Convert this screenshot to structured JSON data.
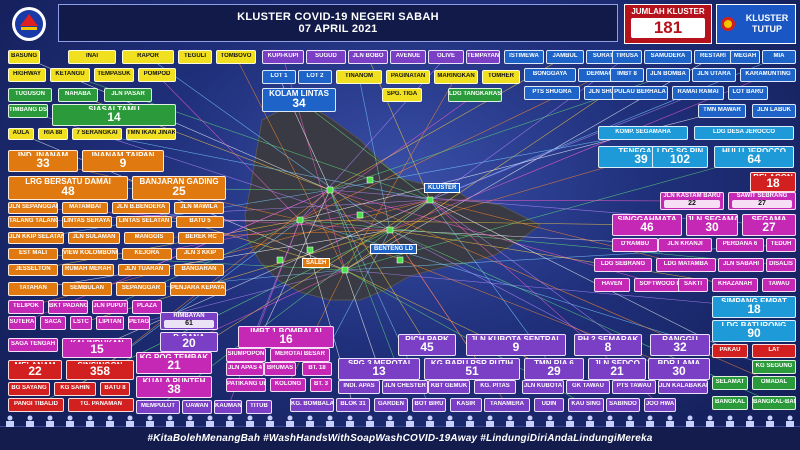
{
  "header": {
    "title_line1": "KLUSTER COVID-19 NEGERI SABAH",
    "title_line2": "07 APRIL 2021",
    "jumlah_label": "JUMLAH KLUSTER",
    "jumlah_value": "181",
    "tutup_label": "KLUSTER TUTUP"
  },
  "colors": {
    "yellow": "#f0e020",
    "purple": "#7a3fc4",
    "blue": "#1e64c8",
    "green": "#2a9a3a",
    "orange": "#e07a10",
    "magenta": "#c428b4",
    "red": "#d21f1f",
    "teal": "#1f9fb0",
    "cyan": "#1e9ad8",
    "pink": "#e0308a"
  },
  "map": {
    "label_a": "KLUSTER",
    "label_b": "SALEH",
    "label_c": "BENTENG LD"
  },
  "footer": {
    "text": "#KitaBolehMenangBah #WashHandsWithSoapWashCOVID-19Away #LindungiDiriAndaLindungiMereka"
  },
  "clusters": [
    {
      "n": "BASUNG",
      "v": "",
      "c": "yellow"
    },
    {
      "n": "INAI",
      "v": "",
      "c": "yellow"
    },
    {
      "n": "RAPOR",
      "v": "",
      "c": "yellow"
    },
    {
      "n": "TEGULI",
      "v": "",
      "c": "yellow"
    },
    {
      "n": "TOMBOVO",
      "v": "",
      "c": "yellow"
    },
    {
      "n": "HIGHWAY",
      "v": "",
      "c": "yellow"
    },
    {
      "n": "KETANGU",
      "v": "",
      "c": "yellow"
    },
    {
      "n": "TEMPASUK",
      "v": "",
      "c": "yellow"
    },
    {
      "n": "POMPOD",
      "v": "",
      "c": "yellow"
    },
    {
      "n": "TUGUSON",
      "v": "",
      "c": "green"
    },
    {
      "n": "NAHABA",
      "v": "",
      "c": "green"
    },
    {
      "n": "JLN PASAR",
      "v": "",
      "c": "green"
    },
    {
      "n": "TIMBANG DS",
      "v": "",
      "c": "green"
    },
    {
      "n": "SIASAI TAMU",
      "v": "14",
      "c": "green"
    },
    {
      "n": "AULA",
      "v": "",
      "c": "yellow"
    },
    {
      "n": "RIA 88",
      "v": "",
      "c": "yellow"
    },
    {
      "n": "7 SERANGKAI",
      "v": "",
      "c": "yellow"
    },
    {
      "n": "TMN IKAN JINAK",
      "v": "",
      "c": "yellow"
    },
    {
      "n": "IND. INANAM",
      "v": "33",
      "c": "orange"
    },
    {
      "n": "INANAM TAIPAN",
      "v": "9",
      "c": "orange"
    },
    {
      "n": "LRG BERSATU DAMAI",
      "v": "48",
      "c": "orange"
    },
    {
      "n": "BANJARAN GADING",
      "v": "25",
      "c": "orange"
    },
    {
      "n": "JLN SEPANGGAR",
      "v": "",
      "c": "orange"
    },
    {
      "n": "MATAMBAI",
      "v": "",
      "c": "orange"
    },
    {
      "n": "JLN B.BENDERA",
      "v": "",
      "c": "orange"
    },
    {
      "n": "JLN MAWILA",
      "v": "",
      "c": "orange"
    },
    {
      "n": "TALANG TALANG",
      "v": "",
      "c": "orange"
    },
    {
      "n": "LINTAS SERAYA",
      "v": "",
      "c": "orange"
    },
    {
      "n": "LINTAS SELATAN",
      "v": "",
      "c": "orange"
    },
    {
      "n": "BATU 5",
      "v": "",
      "c": "orange"
    },
    {
      "n": "JLN KKIP SELATAN",
      "v": "",
      "c": "orange"
    },
    {
      "n": "JLN SULAMAN",
      "v": "",
      "c": "orange"
    },
    {
      "n": "MANGGIS",
      "v": "",
      "c": "orange"
    },
    {
      "n": "BEREK RC",
      "v": "",
      "c": "orange"
    },
    {
      "n": "EST MALI",
      "v": "",
      "c": "orange"
    },
    {
      "n": "VIEW KOLOMBONG",
      "v": "",
      "c": "orange"
    },
    {
      "n": "KEJORA",
      "v": "",
      "c": "orange"
    },
    {
      "n": "JLN 3 KKIP",
      "v": "",
      "c": "orange"
    },
    {
      "n": "JESSELTON",
      "v": "",
      "c": "orange"
    },
    {
      "n": "RUMAH MERAH",
      "v": "",
      "c": "orange"
    },
    {
      "n": "JLN TUARAN",
      "v": "",
      "c": "orange"
    },
    {
      "n": "BANGARAN",
      "v": "",
      "c": "orange"
    },
    {
      "n": "TATAHAN",
      "v": "",
      "c": "orange"
    },
    {
      "n": "SEMBULAN",
      "v": "",
      "c": "orange"
    },
    {
      "n": "SEPANGGAR",
      "v": "",
      "c": "orange"
    },
    {
      "n": "PENJARA KEPAYAN",
      "v": "",
      "c": "orange"
    },
    {
      "n": "TELIPOK",
      "v": "",
      "c": "magenta"
    },
    {
      "n": "BKT PADANG",
      "v": "",
      "c": "magenta"
    },
    {
      "n": "JLN PUPUT",
      "v": "",
      "c": "magenta"
    },
    {
      "n": "PLAZA",
      "v": "",
      "c": "magenta"
    },
    {
      "n": "SUTERA",
      "v": "",
      "c": "magenta"
    },
    {
      "n": "SACA",
      "v": "",
      "c": "magenta"
    },
    {
      "n": "LSTC",
      "v": "",
      "c": "magenta"
    },
    {
      "n": "LIPITAN",
      "v": "",
      "c": "magenta"
    },
    {
      "n": "PETAGAS",
      "v": "",
      "c": "magenta"
    },
    {
      "n": "SAGA TENGAH",
      "v": "",
      "c": "magenta"
    },
    {
      "n": "KALINDUKAN",
      "v": "15",
      "c": "magenta"
    },
    {
      "n": "MELANAM",
      "v": "22",
      "c": "red"
    },
    {
      "n": "SINSINGON",
      "v": "358",
      "c": "red"
    },
    {
      "n": "BG SAYANG",
      "v": "",
      "c": "red"
    },
    {
      "n": "KG SAHIN",
      "v": "",
      "c": "red"
    },
    {
      "n": "BATU 8",
      "v": "",
      "c": "red"
    },
    {
      "n": "PANGI TIBALID",
      "v": "",
      "c": "red"
    },
    {
      "n": "TG. PANAMAN",
      "v": "",
      "c": "red"
    },
    {
      "n": "KUPI-KUPI",
      "v": "",
      "c": "purple"
    },
    {
      "n": "SUGUD",
      "v": "",
      "c": "purple"
    },
    {
      "n": "JLN BOBO",
      "v": "",
      "c": "purple"
    },
    {
      "n": "AVENUE",
      "v": "",
      "c": "purple"
    },
    {
      "n": "OLIVE",
      "v": "",
      "c": "purple"
    },
    {
      "n": "TEMPAYAN",
      "v": "",
      "c": "purple"
    },
    {
      "n": "LOT 1",
      "v": "",
      "c": "blue"
    },
    {
      "n": "LOT 2",
      "v": "",
      "c": "blue"
    },
    {
      "n": "TINANOM",
      "v": "",
      "c": "yellow"
    },
    {
      "n": "PAGINATAN",
      "v": "",
      "c": "yellow"
    },
    {
      "n": "MARINGKAN",
      "v": "",
      "c": "yellow"
    },
    {
      "n": "TOMHER",
      "v": "",
      "c": "yellow"
    },
    {
      "n": "KOLAM LINTAS",
      "v": "34",
      "c": "blue"
    },
    {
      "n": "SPG. TIGA",
      "v": "",
      "c": "yellow"
    },
    {
      "n": "LDG TANGKARASON",
      "v": "",
      "c": "green"
    },
    {
      "n": "ISTIMEWA",
      "v": "",
      "c": "blue"
    },
    {
      "n": "JAMBUL",
      "v": "",
      "c": "blue"
    },
    {
      "n": "SURAT",
      "v": "",
      "c": "blue"
    },
    {
      "n": "TIRUSA",
      "v": "",
      "c": "blue"
    },
    {
      "n": "SAMUDERA",
      "v": "",
      "c": "blue"
    },
    {
      "n": "RESTARI",
      "v": "",
      "c": "blue"
    },
    {
      "n": "MEGAH",
      "v": "",
      "c": "blue"
    },
    {
      "n": "MIA",
      "v": "",
      "c": "blue"
    },
    {
      "n": "BONGGAYA",
      "v": "",
      "c": "blue"
    },
    {
      "n": "DERMAGA",
      "v": "",
      "c": "blue"
    },
    {
      "n": "IMBT 8",
      "v": "",
      "c": "blue"
    },
    {
      "n": "JLN BOMBA",
      "v": "",
      "c": "blue"
    },
    {
      "n": "JLN UTARA",
      "v": "",
      "c": "blue"
    },
    {
      "n": "KARAMUNTING",
      "v": "",
      "c": "blue"
    },
    {
      "n": "PTS SHUGRA",
      "v": "",
      "c": "blue"
    },
    {
      "n": "JLN SHUGRA",
      "v": "",
      "c": "blue"
    },
    {
      "n": "PULAU BERHALA",
      "v": "",
      "c": "blue"
    },
    {
      "n": "RAMAI RAMAI",
      "v": "",
      "c": "blue"
    },
    {
      "n": "LOT BARU",
      "v": "",
      "c": "blue"
    },
    {
      "n": "TMN MAWAR",
      "v": "",
      "c": "blue"
    },
    {
      "n": "JLN LABUK",
      "v": "",
      "c": "blue"
    },
    {
      "n": "KOMP. SEGAMAHA",
      "v": "",
      "c": "cyan"
    },
    {
      "n": "LDG DESA JEROCCO",
      "v": "",
      "c": "cyan"
    },
    {
      "n": "TENEGANG",
      "v": "39",
      "c": "cyan"
    },
    {
      "n": "LDG SG.PIN",
      "v": "102",
      "c": "cyan"
    },
    {
      "n": "HULU JEROCCO",
      "v": "64",
      "c": "cyan"
    },
    {
      "n": "BELACON",
      "v": "18",
      "c": "red"
    },
    {
      "n": "JLN KASTAM BARU",
      "v": "22",
      "c": "magenta"
    },
    {
      "n": "SAWIT SEBRANG",
      "v": "27",
      "c": "magenta"
    },
    {
      "n": "SINGGAHMATA",
      "v": "46",
      "c": "magenta"
    },
    {
      "n": "JLN SEGAMA",
      "v": "30",
      "c": "magenta"
    },
    {
      "n": "SEGAMA",
      "v": "27",
      "c": "magenta"
    },
    {
      "n": "D'RAMBU",
      "v": "",
      "c": "magenta"
    },
    {
      "n": "JLN KRANJI",
      "v": "",
      "c": "magenta"
    },
    {
      "n": "PERDANA 6",
      "v": "",
      "c": "magenta"
    },
    {
      "n": "TEDUH",
      "v": "",
      "c": "magenta"
    },
    {
      "n": "LDG SEBRANG",
      "v": "",
      "c": "magenta"
    },
    {
      "n": "LDG MATAMBA",
      "v": "",
      "c": "magenta"
    },
    {
      "n": "JLN SABAHI",
      "v": "",
      "c": "magenta"
    },
    {
      "n": "DISALIS",
      "v": "",
      "c": "magenta"
    },
    {
      "n": "HAVEN",
      "v": "",
      "c": "magenta"
    },
    {
      "n": "SOFTWOOD LD",
      "v": "",
      "c": "magenta"
    },
    {
      "n": "SAKTI",
      "v": "",
      "c": "magenta"
    },
    {
      "n": "KHAZANAH",
      "v": "",
      "c": "magenta"
    },
    {
      "n": "TAWAU",
      "v": "",
      "c": "magenta"
    },
    {
      "n": "SIMPANG EMPAT",
      "v": "18",
      "c": "cyan"
    },
    {
      "n": "LDG BATURONG",
      "v": "90",
      "c": "cyan"
    },
    {
      "n": "PAKAU",
      "v": "",
      "c": "red"
    },
    {
      "n": "LAT",
      "v": "",
      "c": "red"
    },
    {
      "n": "KG SEGUNG",
      "v": "",
      "c": "green"
    },
    {
      "n": "SELAMAT",
      "v": "",
      "c": "green"
    },
    {
      "n": "OMADAL",
      "v": "",
      "c": "green"
    },
    {
      "n": "BANGKAL",
      "v": "",
      "c": "green"
    },
    {
      "n": "BANGKAL-BANGKAL",
      "v": "",
      "c": "green"
    },
    {
      "n": "RIMBAYAN",
      "v": "61",
      "c": "purple"
    },
    {
      "n": "D GANA",
      "v": "20",
      "c": "purple"
    },
    {
      "n": "IMBT 1 BOMBALAI",
      "v": "16",
      "c": "magenta"
    },
    {
      "n": "KG POG TEMBAK",
      "v": "21",
      "c": "magenta"
    },
    {
      "n": "KUALA PUNTEH",
      "v": "38",
      "c": "magenta"
    },
    {
      "n": "SIUMPOPON",
      "v": "",
      "c": "magenta"
    },
    {
      "n": "MEROTAI BESAR",
      "v": "",
      "c": "magenta"
    },
    {
      "n": "JLN APAS 4",
      "v": "",
      "c": "magenta"
    },
    {
      "n": "BRUMAS",
      "v": "",
      "c": "magenta"
    },
    {
      "n": "BT. 18",
      "v": "",
      "c": "magenta"
    },
    {
      "n": "PATIKANG ULU",
      "v": "",
      "c": "magenta"
    },
    {
      "n": "KOLONG",
      "v": "",
      "c": "magenta"
    },
    {
      "n": "BT. 3",
      "v": "",
      "c": "magenta"
    },
    {
      "n": "MEMPULUT",
      "v": "",
      "c": "purple"
    },
    {
      "n": "UAWAN",
      "v": "",
      "c": "purple"
    },
    {
      "n": "KAUMAN",
      "v": "",
      "c": "purple"
    },
    {
      "n": "TITUB",
      "v": "",
      "c": "purple"
    },
    {
      "n": "RICH PARK",
      "v": "45",
      "c": "purple"
    },
    {
      "n": "JLN KUBOTA SENTRAL",
      "v": "9",
      "c": "purple"
    },
    {
      "n": "PH 2 SEMARAK",
      "v": "8",
      "c": "purple"
    },
    {
      "n": "RANGGU",
      "v": "32",
      "c": "purple"
    },
    {
      "n": "SPG 3 MEROTAI",
      "v": "13",
      "c": "purple"
    },
    {
      "n": "KG BARU PSR PUTIH",
      "v": "51",
      "c": "purple"
    },
    {
      "n": "TMN RIA 6",
      "v": "29",
      "c": "purple"
    },
    {
      "n": "JLN SEDCO",
      "v": "21",
      "c": "purple"
    },
    {
      "n": "BDR LAMA",
      "v": "30",
      "c": "purple"
    },
    {
      "n": "INDI. APAS",
      "v": "",
      "c": "purple"
    },
    {
      "n": "JLN CHESTER",
      "v": "",
      "c": "purple"
    },
    {
      "n": "KBT GEMUK",
      "v": "",
      "c": "purple"
    },
    {
      "n": "KG. PITAS",
      "v": "",
      "c": "purple"
    },
    {
      "n": "JLN KUBOTA",
      "v": "",
      "c": "purple"
    },
    {
      "n": "GK TAWAU",
      "v": "",
      "c": "purple"
    },
    {
      "n": "PTS TAWAU",
      "v": "",
      "c": "purple"
    },
    {
      "n": "JLN KALABAKAN",
      "v": "",
      "c": "purple"
    },
    {
      "n": "KG. BOMBALAI",
      "v": "",
      "c": "purple"
    },
    {
      "n": "BLOK 31",
      "v": "",
      "c": "purple"
    },
    {
      "n": "GARDEN",
      "v": "",
      "c": "purple"
    },
    {
      "n": "BOT BIRU",
      "v": "",
      "c": "purple"
    },
    {
      "n": "KASIR",
      "v": "",
      "c": "purple"
    },
    {
      "n": "TANAMERA",
      "v": "",
      "c": "purple"
    },
    {
      "n": "UDIN",
      "v": "",
      "c": "purple"
    },
    {
      "n": "KAU SING",
      "v": "",
      "c": "purple"
    },
    {
      "n": "SABINDO",
      "v": "",
      "c": "purple"
    },
    {
      "n": "JOO HWA",
      "v": "",
      "c": "purple"
    }
  ]
}
